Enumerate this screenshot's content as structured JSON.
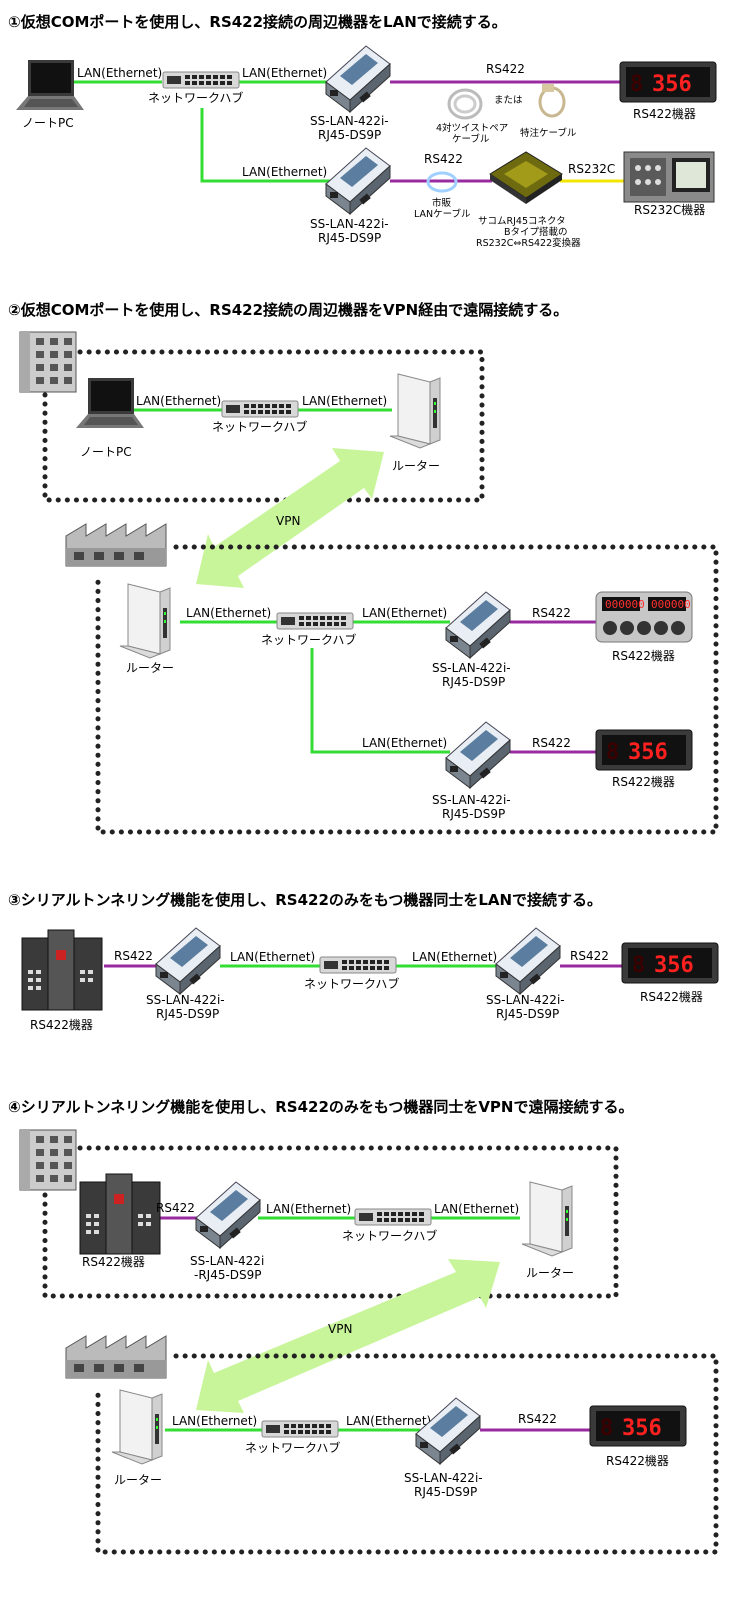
{
  "sections": [
    {
      "heading": "①仮想COMポートを使用し、RS422接続の周辺機器をLANで接続する。"
    },
    {
      "heading": "②仮想COMポートを使用し、RS422接続の周辺機器をVPN経由で遠隔接続する。"
    },
    {
      "heading": "③シリアルトンネリング機能を使用し、RS422のみをもつ機器同士をLANで接続する。"
    },
    {
      "heading": "④シリアルトンネリング機能を使用し、RS422のみをもつ機器同士をVPNで遠隔接続する。"
    }
  ],
  "labels": {
    "lan": "LAN(Ethernet)",
    "rs422": "RS422",
    "rs232c": "RS232C",
    "hub": "ネットワークハブ",
    "notepc": "ノートPC",
    "router": "ルーター",
    "vpn": "VPN",
    "converter_line1": "SS-LAN-422i-",
    "converter_line2": "RJ45-DS9P",
    "converter4_line1": "SS-LAN-422i",
    "converter4_line2": "-RJ45-DS9P",
    "rs422_device": "RS422機器",
    "rs232c_device": "RS232C機器",
    "twisted_pair_1": "4対ツイストペア",
    "twisted_pair_2": "ケーブル",
    "or": "または",
    "special_cable": "特注ケーブル",
    "market_1": "市販",
    "market_2": "LANケーブル",
    "conv_note_1": "サコムRJ45コネクタ",
    "conv_note_2": "Bタイプ搭載の",
    "conv_note_3": "RS232C⇔RS422変換器",
    "display_value": "356"
  },
  "colors": {
    "lan": "#33dd33",
    "rs422": "#9a2aa0",
    "rs232c": "#f2e600",
    "vpn_arrow": "#c8f59a"
  }
}
